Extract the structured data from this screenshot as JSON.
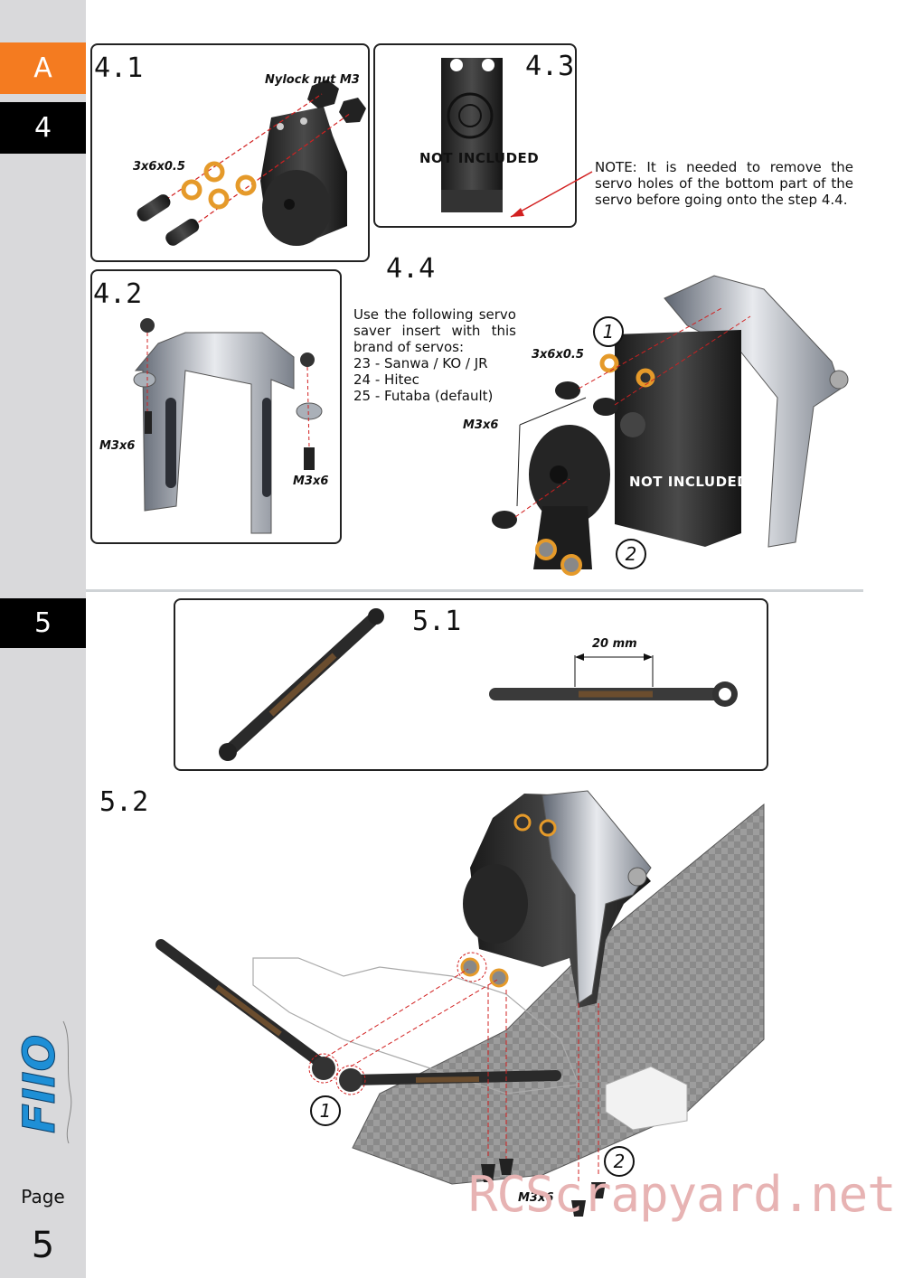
{
  "sidebar": {
    "section_letter": "A",
    "step_tab_4": "4",
    "step_tab_5": "5",
    "page_label": "Page",
    "page_number": "5",
    "brand_logo": "FIIO"
  },
  "steps": {
    "s4_1": {
      "number": "4.1",
      "nut_label": "Nylock nut M3",
      "washer_label": "3x6x0.5"
    },
    "s4_2": {
      "number": "4.2",
      "screw_left": "M3x6",
      "screw_right": "M3x6"
    },
    "s4_3": {
      "number": "4.3",
      "not_included": "NOT INCLUDED",
      "note": "NOTE: It is needed to remove the servo holes of the bottom part of the servo before going onto the step 4.4."
    },
    "s4_4": {
      "number": "4.4",
      "instruction_lines": [
        "Use the following servo",
        "saver insert with this",
        "brand of servos:",
        "23 - Sanwa / KO / JR",
        "24 - Hitec",
        "25 - Futaba (default)"
      ],
      "washer_label": "3x6x0.5",
      "screw_label": "M3x6",
      "not_included": "NOT INCLUDED",
      "callout_1": "1",
      "callout_2": "2"
    },
    "s5_1": {
      "number": "5.1",
      "dimension": "20 mm"
    },
    "s5_2": {
      "number": "5.2",
      "screw_label": "M3x6",
      "callout_1": "1",
      "callout_2": "2"
    }
  },
  "watermark": "RCScrapyard.net",
  "colors": {
    "accent_orange": "#f47b20",
    "tab_black": "#000000",
    "sidebar_gray": "#d9d9db",
    "red_guide": "#d22020"
  }
}
